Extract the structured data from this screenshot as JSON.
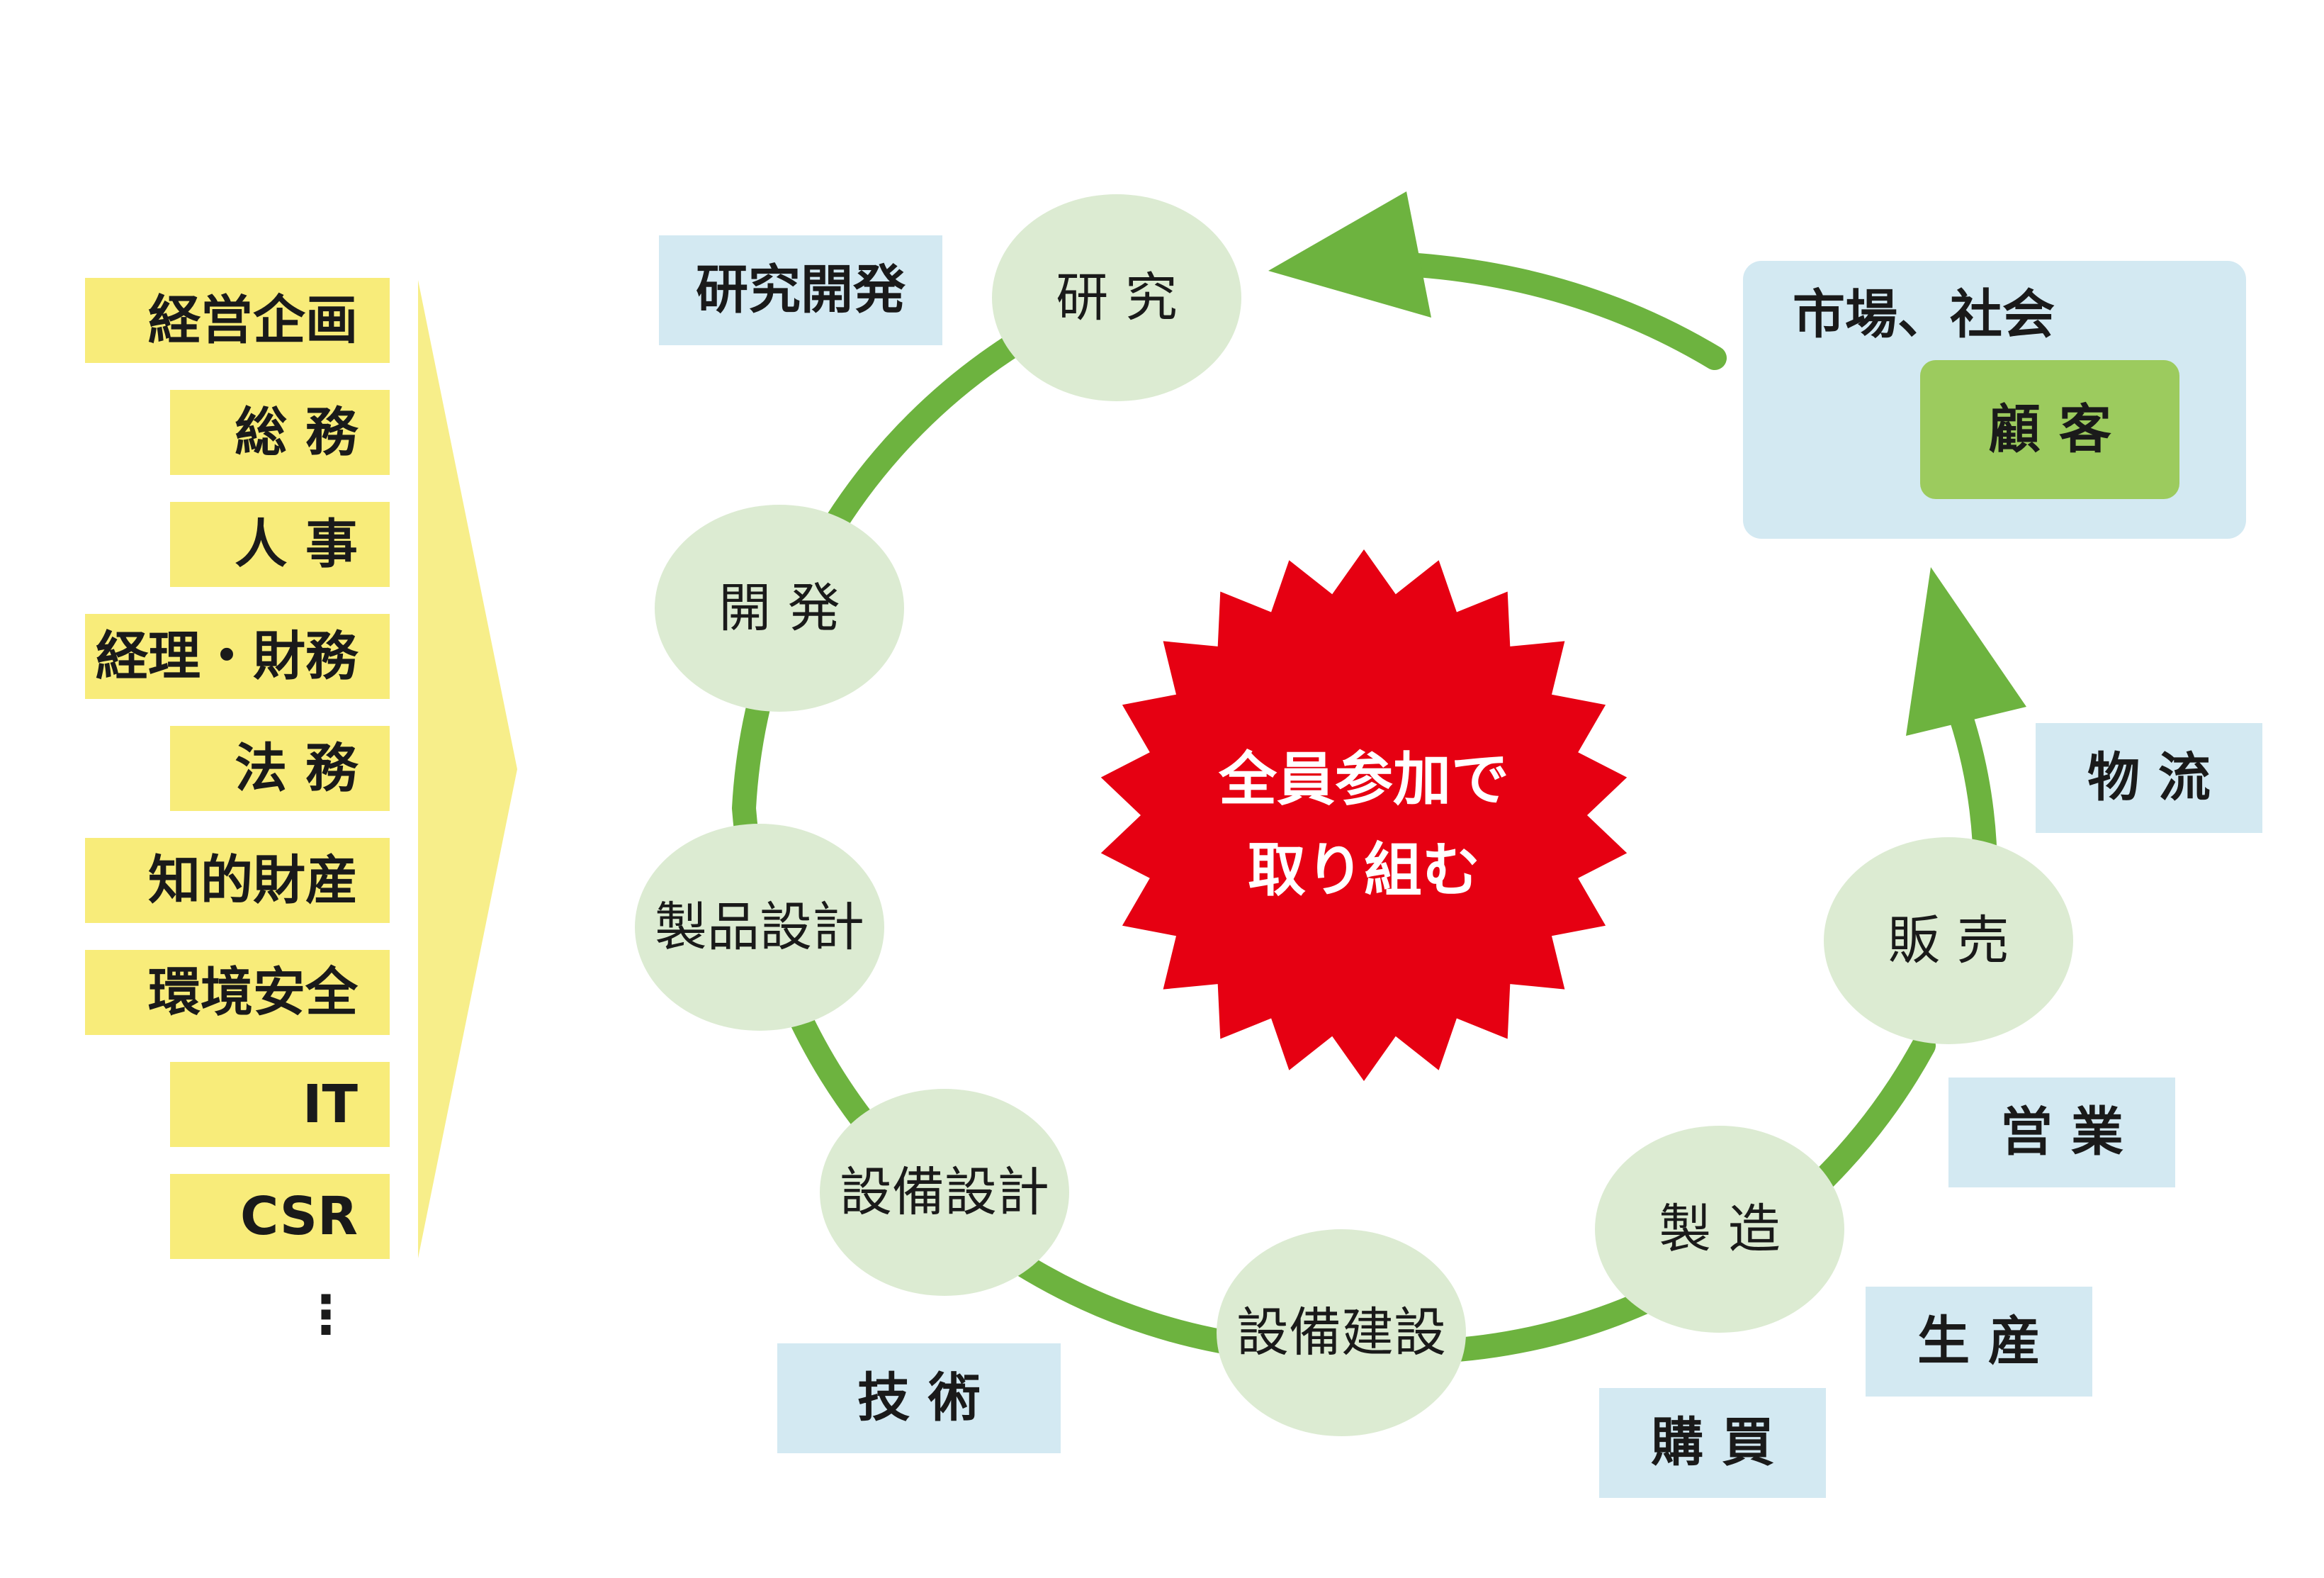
{
  "colors": {
    "dept_fill": "#f8ec7a",
    "arrow_fill": "#f7ee8a",
    "stage_fill": "#dcebd2",
    "func_fill": "#d3e9f2",
    "ring_green": "#6db33f",
    "burst_red": "#e60012",
    "market_fill": "#d3e9f2",
    "customer_fill": "#9ccb5e"
  },
  "departments": [
    "経営企画",
    "総 務",
    "人 事",
    "経理・財務",
    "法 務",
    "知的財産",
    "環境安全",
    "IT",
    "CSR"
  ],
  "departments_more": "⋮",
  "center": {
    "line1": "全員参加で",
    "line2": "取り組む"
  },
  "stages": [
    "研 究",
    "開 発",
    "製品設計",
    "設備設計",
    "設備建設",
    "製 造",
    "販 売"
  ],
  "functions": [
    "研究開発",
    "技 術",
    "購 買",
    "生 産",
    "営 業",
    "物 流"
  ],
  "market": {
    "label": "市場、社会",
    "customer": "顧 客"
  }
}
